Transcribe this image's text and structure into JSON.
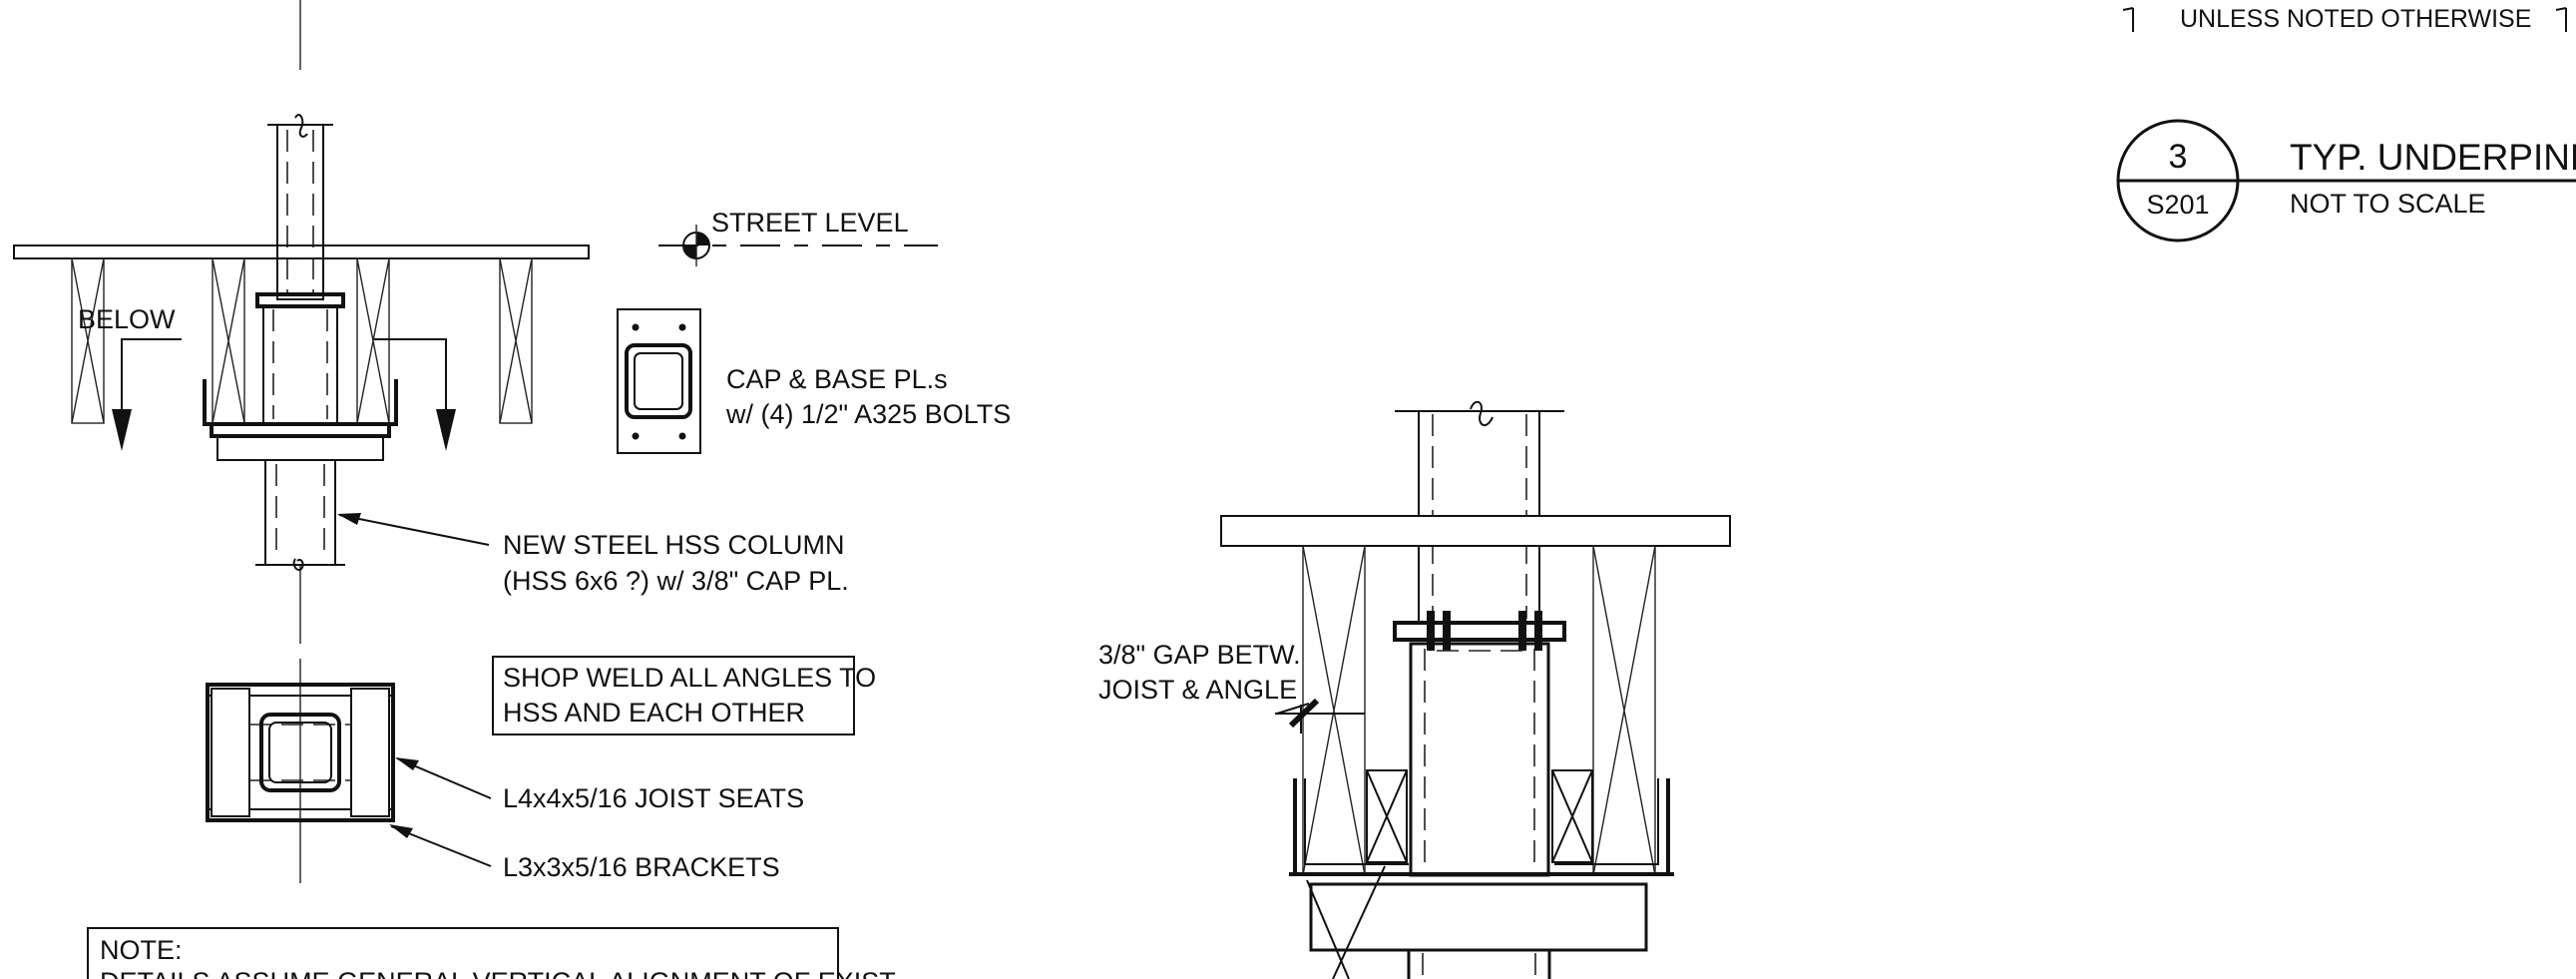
{
  "sheet_note": {
    "unless_noted": "UNLESS NOTED OTHERWISE"
  },
  "title_block": {
    "detail_number": "3",
    "sheet_reference": "S201",
    "title": "TYP. UNDERPINN",
    "scale": "NOT TO SCALE"
  },
  "left_detail": {
    "street_level": "STREET LEVEL",
    "below": "BELOW",
    "cap_base_line1": "CAP & BASE PL.s",
    "cap_base_line2": "w/ (4) 1/2\" A325 BOLTS",
    "column_line1": "NEW STEEL HSS COLUMN",
    "column_line2": "(HSS 6x6 ?) w/ 3/8\" CAP PL.",
    "shop_weld_line1": "SHOP WELD ALL ANGLES TO",
    "shop_weld_line2": "HSS AND EACH OTHER",
    "joist_seats": "L4x4x5/16 JOIST SEATS",
    "brackets": "L3x3x5/16 BRACKETS",
    "note_heading": "NOTE:",
    "note_body": "DETAILS ASSUME GENERAL VERTICAL ALIGNMENT OF EXIST."
  },
  "center_detail": {
    "gap_line1": "3/8\" GAP BETW.",
    "gap_line2": "JOIST & ANGLE"
  }
}
